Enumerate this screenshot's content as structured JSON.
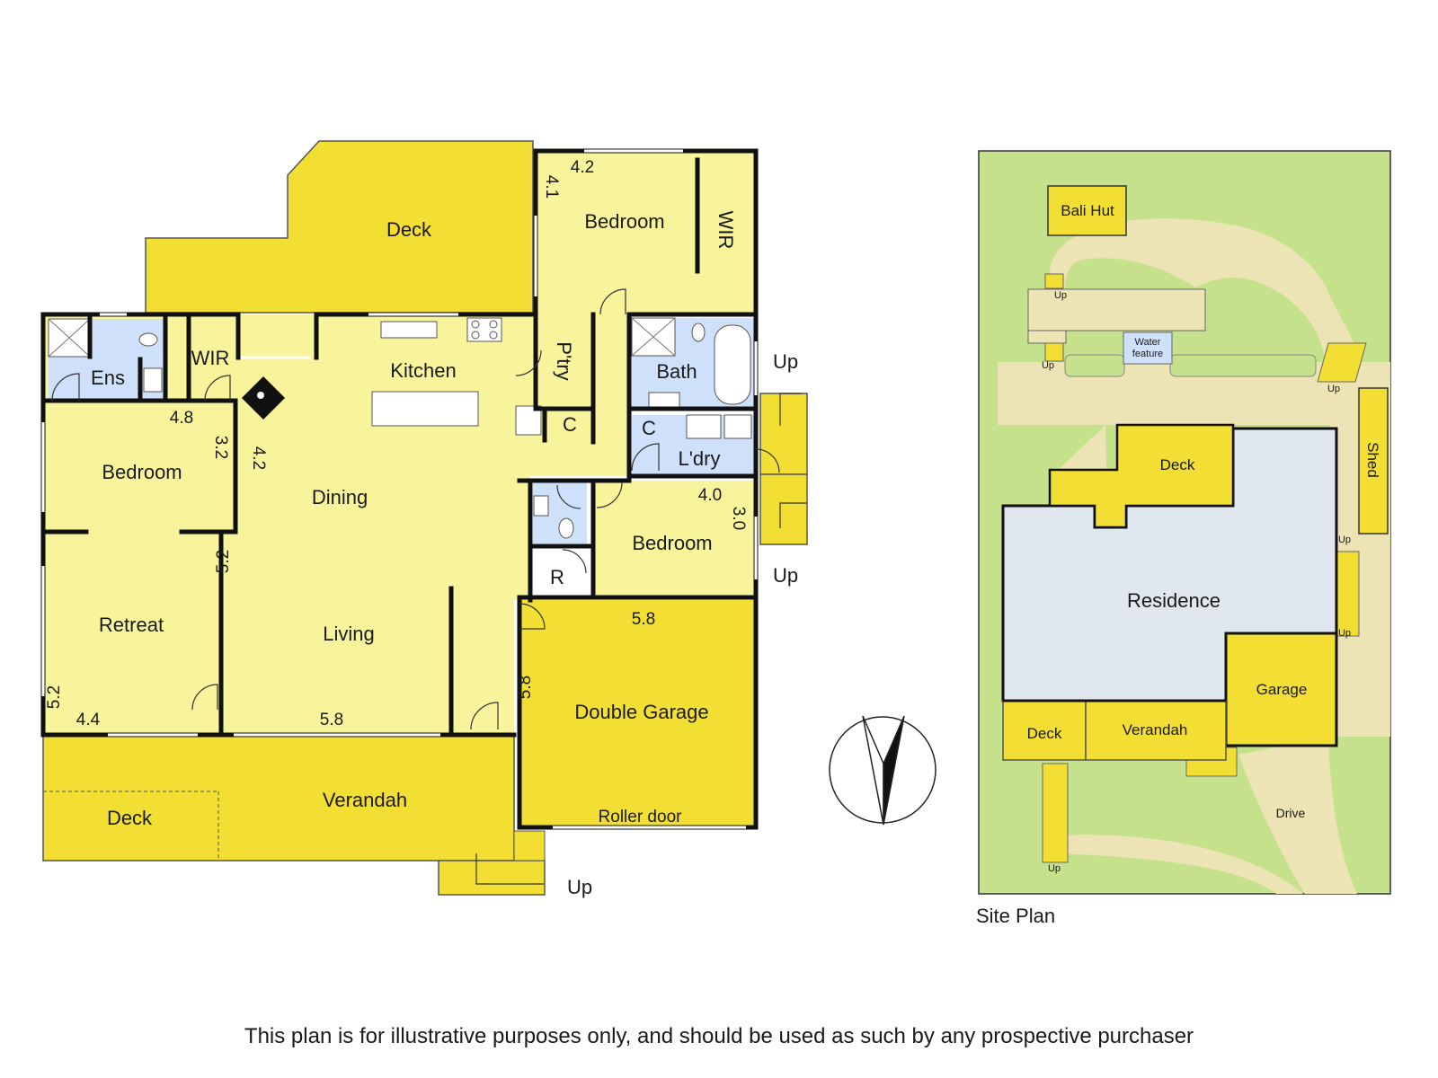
{
  "colors": {
    "outdoor": "#f3df33",
    "indoor": "#f8f49b",
    "wet": "#cfe0fb",
    "wall": "#111111",
    "lawn": "#c6e18b",
    "path": "#ece4b5",
    "residence": "#e1e7ee"
  },
  "floor_plan": {
    "rooms": {
      "deck_top": "Deck",
      "bedroom_top": "Bedroom",
      "wir_top": "WIR",
      "ens": "Ens",
      "wir_left": "WIR",
      "kitchen": "Kitchen",
      "pantry": "P'try",
      "bath": "Bath",
      "c1": "C",
      "c2": "C",
      "laundry": "L'dry",
      "bedroom_left": "Bedroom",
      "dining": "Dining",
      "bedroom_right": "Bedroom",
      "r": "R",
      "retreat": "Retreat",
      "living": "Living",
      "double_garage": "Double Garage",
      "roller_door": "Roller door",
      "deck_bottom": "Deck",
      "verandah": "Verandah"
    },
    "dims": {
      "bed_top_w": "4.2",
      "bed_top_h": "4.1",
      "bed_left_w": "4.8",
      "bed_left_h": "3.2",
      "dining_h": "4.2",
      "living_h": "5.2",
      "bed_right_w": "4.0",
      "bed_right_h": "3.0",
      "garage_w": "5.8",
      "garage_h": "5.8",
      "retreat_h": "5.2",
      "retreat_w": "4.4",
      "living_w": "5.8"
    },
    "up_labels": [
      "Up",
      "Up",
      "Up"
    ]
  },
  "site_plan": {
    "title": "Site Plan",
    "labels": {
      "bali_hut": "Bali Hut",
      "water_feature": [
        "Water",
        "feature"
      ],
      "deck_top": "Deck",
      "shed": "Shed",
      "residence": "Residence",
      "garage": "Garage",
      "deck_bottom": "Deck",
      "verandah": "Verandah",
      "drive": "Drive"
    },
    "up_labels": [
      "Up",
      "Up",
      "Up",
      "Up",
      "Up",
      "Up"
    ]
  },
  "disclaimer": "This plan is for illustrative purposes only, and should be used as such by any prospective purchaser"
}
